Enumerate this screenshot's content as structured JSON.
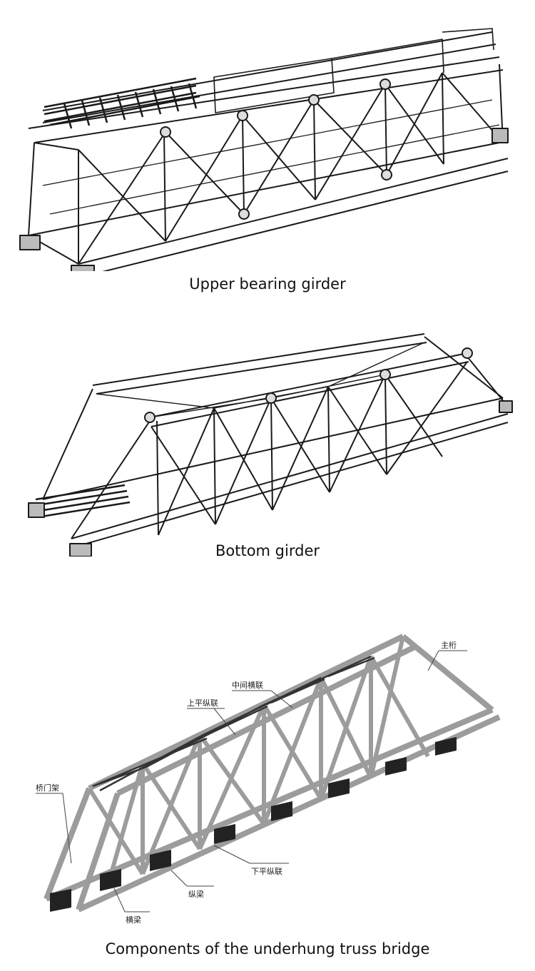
{
  "figures": [
    {
      "caption": "Upper bearing girder"
    },
    {
      "caption": "Bottom girder"
    },
    {
      "caption": "Components of the underhung truss bridge",
      "labels": {
        "main_truss": "主桁",
        "middle_cross": "中间横联",
        "upper_lateral": "上平纵联",
        "portal_frame": "桥门架",
        "lower_lateral": "下平纵联",
        "stringer": "纵梁",
        "cross_beam": "横梁"
      }
    }
  ]
}
